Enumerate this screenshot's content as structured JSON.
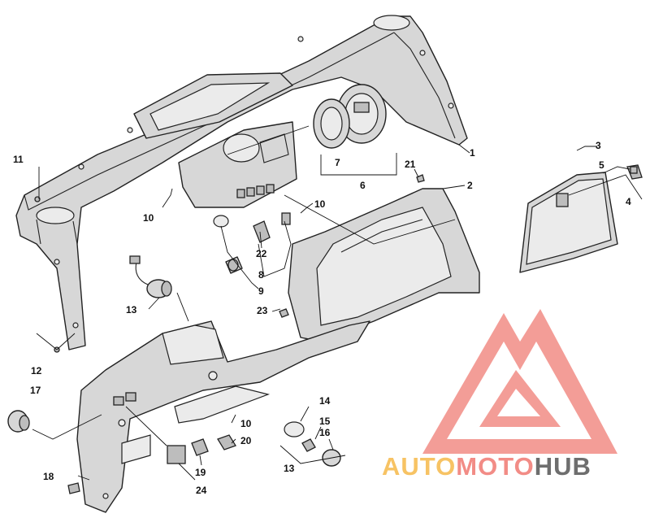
{
  "callouts": [
    "1",
    "2",
    "3",
    "4",
    "5",
    "6",
    "7",
    "8",
    "9",
    "10",
    "10",
    "10",
    "11",
    "12",
    "13",
    "13",
    "14",
    "15",
    "16",
    "17",
    "18",
    "19",
    "20",
    "21",
    "22",
    "23",
    "24"
  ],
  "watermark": {
    "part1": "AUTO",
    "part2": "MOTO",
    "part3": "HUB",
    "colors": {
      "auto": "#f6b94a",
      "moto": "#f07872",
      "hub": "#555555",
      "logo": "#f28d86"
    }
  }
}
